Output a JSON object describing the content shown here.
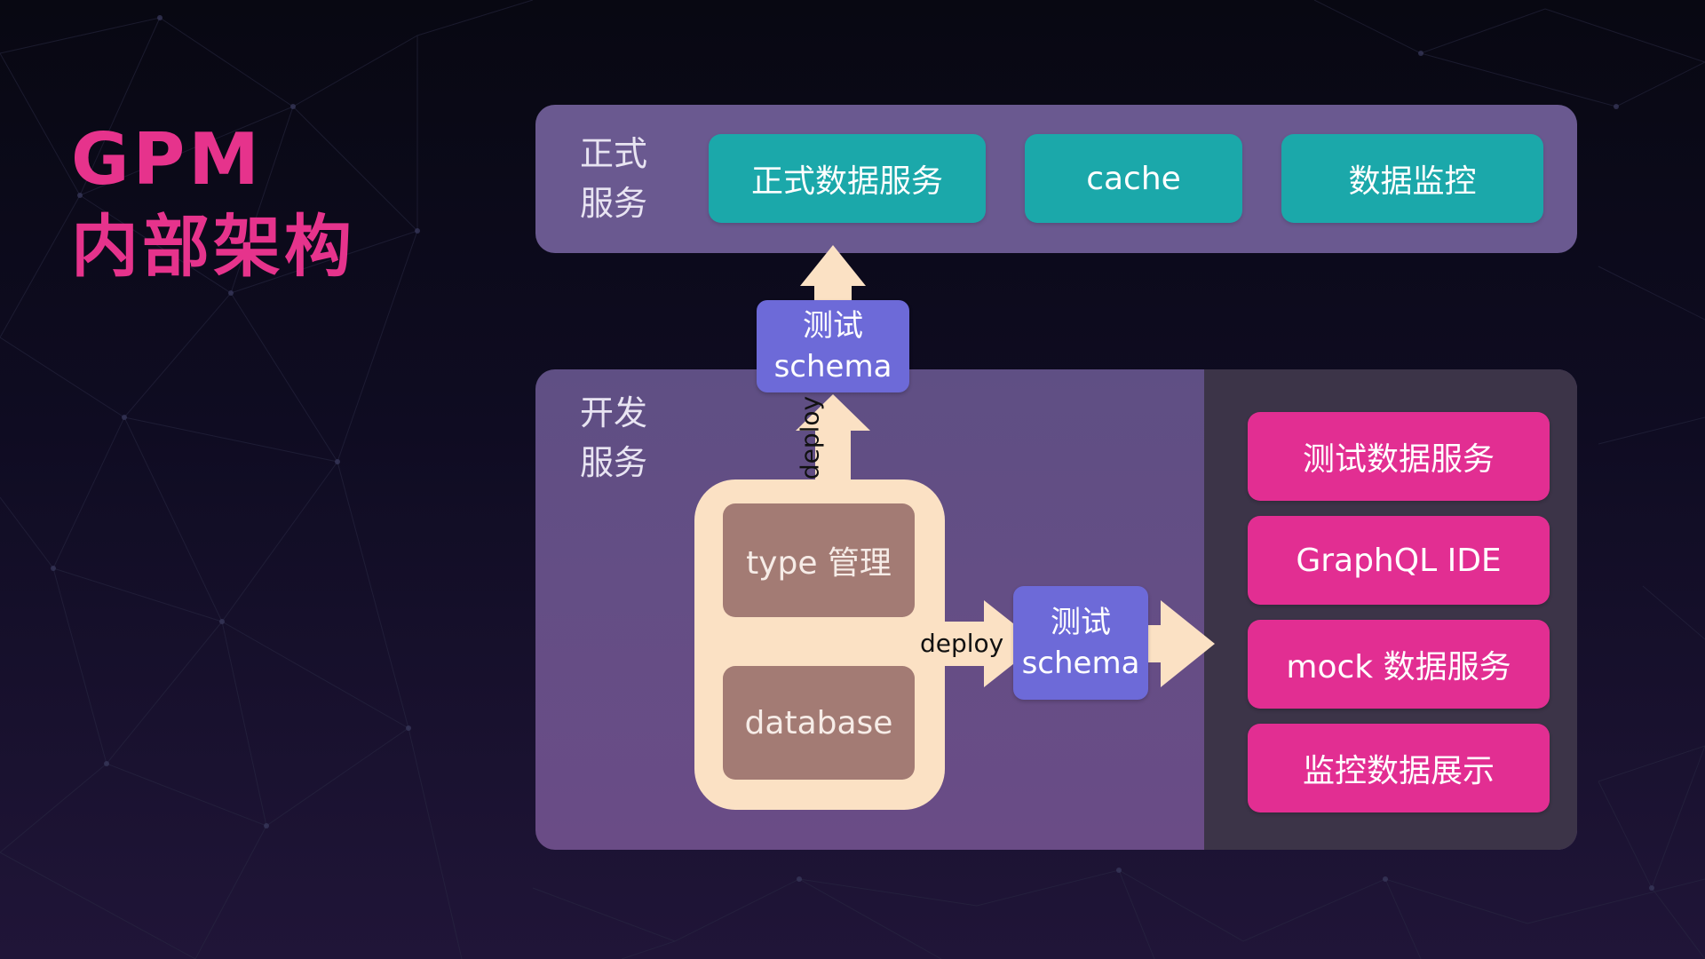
{
  "title": {
    "line1": "GPM",
    "line2": "内部架构"
  },
  "prod": {
    "label_line1": "正式",
    "label_line2": "服务",
    "boxes": [
      "正式数据服务",
      "cache",
      "数据监控"
    ]
  },
  "dev": {
    "label_line1": "开发",
    "label_line2": "服务",
    "type_box": "type 管理",
    "database_box": "database",
    "services": [
      "测试数据服务",
      "GraphQL IDE",
      "mock 数据服务",
      "监控数据展示"
    ]
  },
  "schema_top": {
    "line1": "测试",
    "line2": "schema"
  },
  "schema_mid": {
    "line1": "测试",
    "line2": "schema"
  },
  "deploy_vertical": "deploy",
  "deploy_horizontal": "deploy",
  "colors": {
    "title": "#e6338c",
    "teal": "#1ba8aa",
    "pink": "#e22e92",
    "schema": "#6d6ad8",
    "cream": "#fbe1c4",
    "brown": "#a37b74",
    "prod_panel": "#6a5990"
  }
}
